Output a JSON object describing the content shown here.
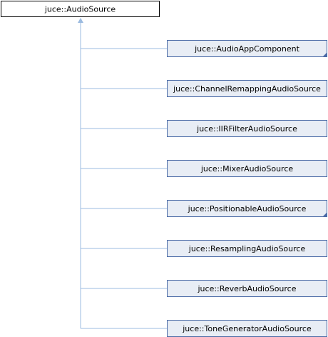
{
  "base_class": {
    "label": "juce::AudioSource"
  },
  "derived_classes": [
    {
      "label": "juce::AudioAppComponent",
      "has_more": true
    },
    {
      "label": "juce::ChannelRemappingAudioSource",
      "has_more": false
    },
    {
      "label": "juce::IIRFilterAudioSource",
      "has_more": false
    },
    {
      "label": "juce::MixerAudioSource",
      "has_more": false
    },
    {
      "label": "juce::PositionableAudioSource",
      "has_more": true
    },
    {
      "label": "juce::ResamplingAudioSource",
      "has_more": false
    },
    {
      "label": "juce::ReverbAudioSource",
      "has_more": false
    },
    {
      "label": "juce::ToneGeneratorAudioSource",
      "has_more": false
    }
  ],
  "colors": {
    "edge": "#9bbbe0",
    "child_fill": "#e8edf5",
    "child_border": "#4a6aa6",
    "base_border": "#000000"
  }
}
